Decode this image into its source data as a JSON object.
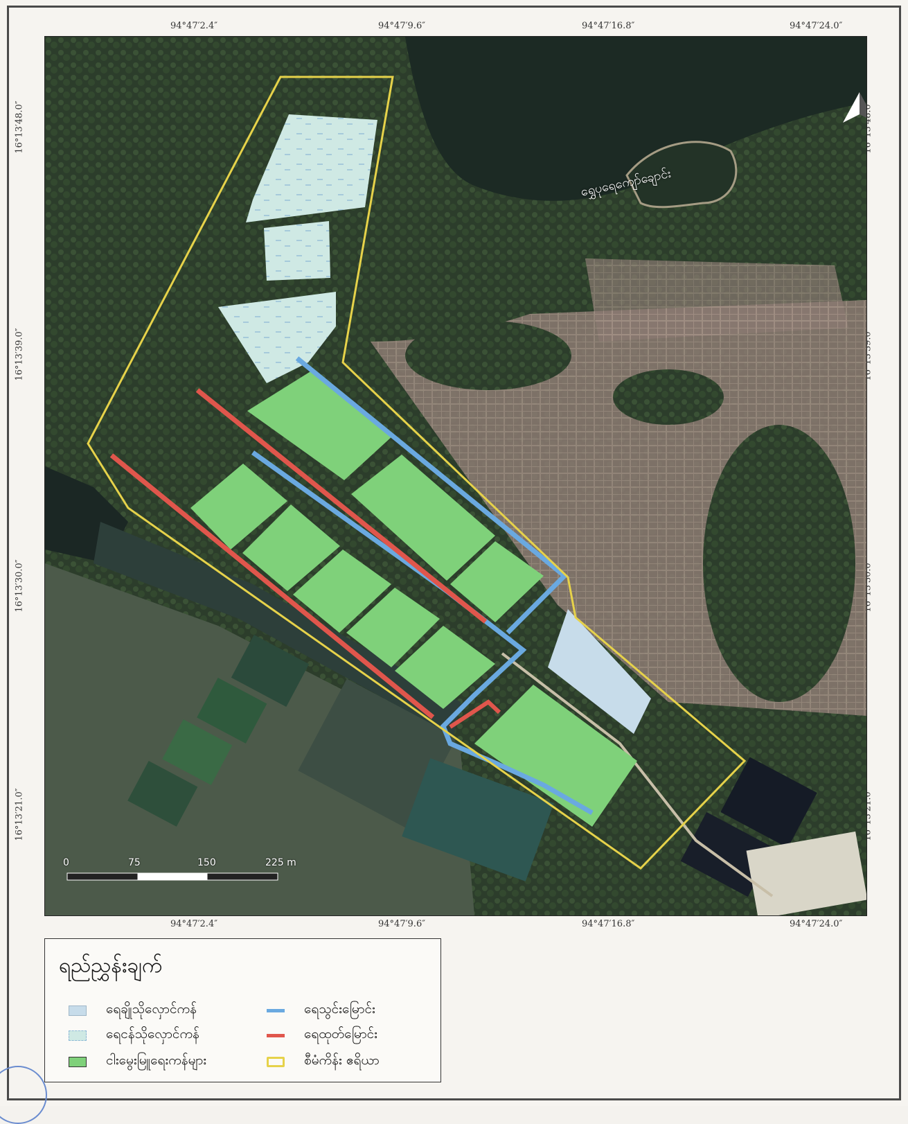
{
  "map": {
    "coords_top": [
      "94°47′2.4″",
      "94°47′9.6″",
      "94°47′16.8″",
      "94°47′24.0″"
    ],
    "coords_bottom": [
      "94°47′2.4″",
      "94°47′9.6″",
      "94°47′16.8″",
      "94°47′24.0″"
    ],
    "coords_left": [
      "16°13′48.0″",
      "16°13′39.0″",
      "16°13′30.0″",
      "16°13′21.0″"
    ],
    "coords_right": [
      "16°13′48.0″",
      "16°13′39.0″",
      "16°13′30.0″",
      "16°13′21.0″"
    ],
    "river_label": "ရွှေပုရေကျော်ချောင်း",
    "north_arrow_icon": "north-arrow-icon",
    "scale_bar": {
      "labels": [
        "0",
        "75",
        "150",
        "225 m"
      ]
    },
    "colors": {
      "reservoir": "#c7dcea",
      "settling_pond": "#cfe9e4",
      "fish_pond": "#7fd17a",
      "supply_canal": "#6aa9e0",
      "drain_canal": "#e0564c",
      "project_boundary": "#e6d24a"
    }
  },
  "legend": {
    "title": "ရည်ညွှန်းချက်",
    "items": [
      {
        "label": "ရေချိုသိုလှောင်ကန်",
        "icon": "reservoir-swatch-icon"
      },
      {
        "label": "ရေငန်သိုလှောင်ကန်",
        "icon": "settling-pond-swatch-icon"
      },
      {
        "label": "ငါးမွေးမြူရေးကန်များ",
        "icon": "fish-pond-swatch-icon"
      },
      {
        "label": "ရေသွင်းမြောင်း",
        "icon": "supply-canal-line-icon"
      },
      {
        "label": "ရေထုတ်မြောင်း",
        "icon": "drain-canal-line-icon"
      },
      {
        "label": "စီမံကိန်း ဧရိယာ",
        "icon": "project-boundary-swatch-icon"
      }
    ]
  }
}
